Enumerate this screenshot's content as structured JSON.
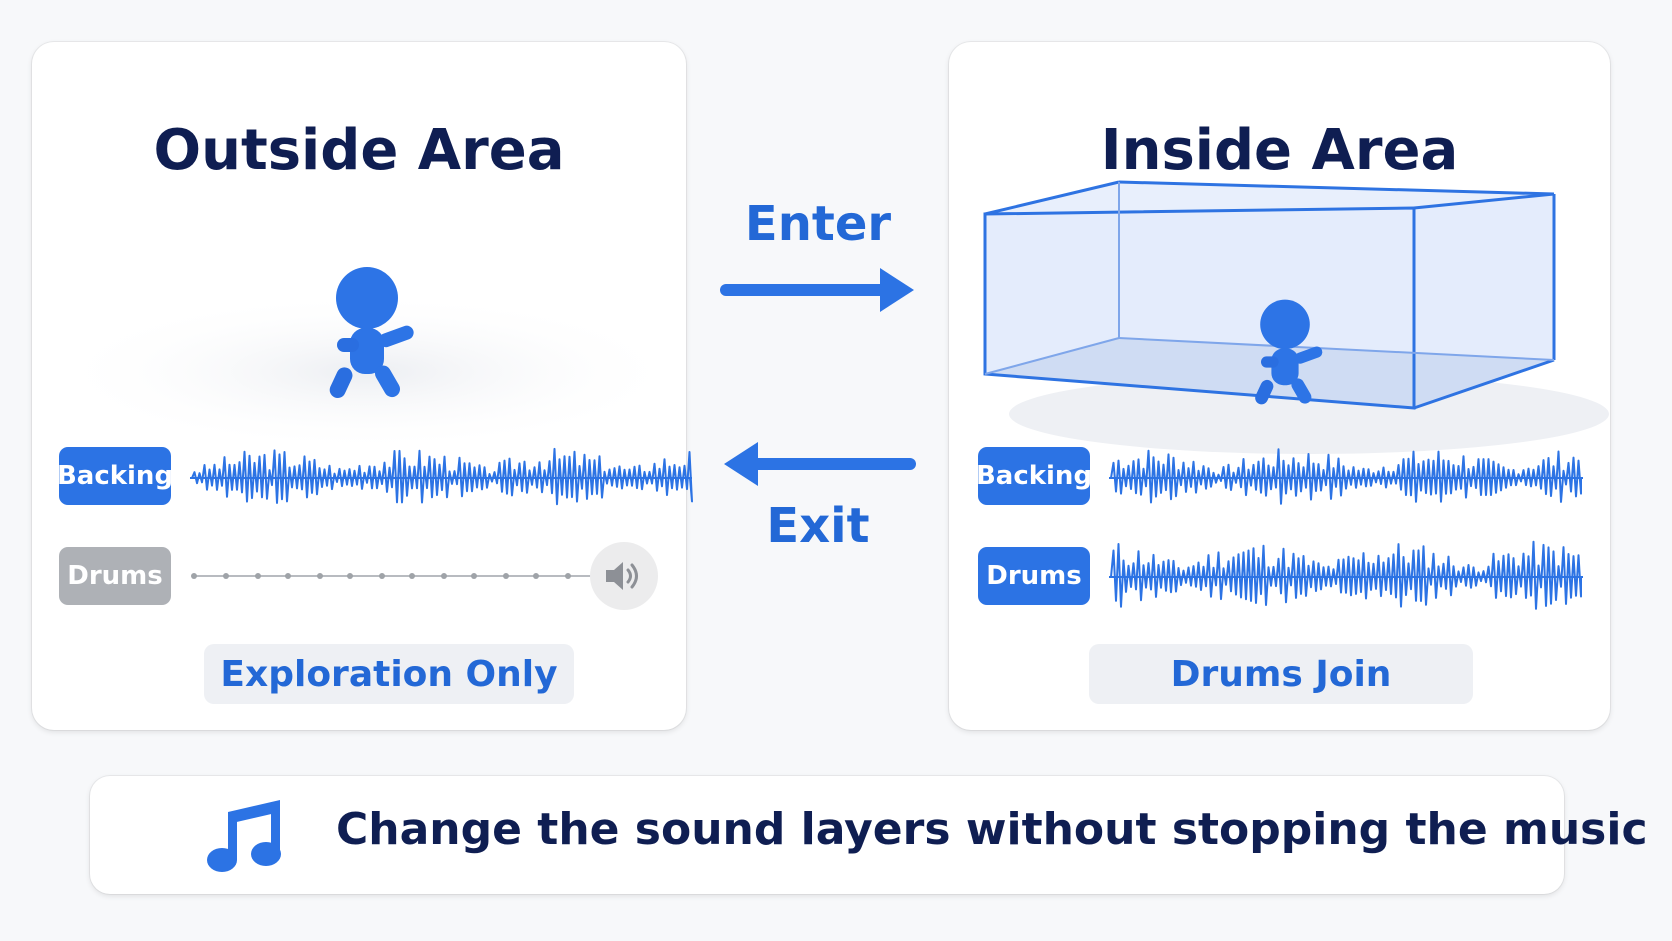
{
  "outside": {
    "title": "Outside Area",
    "tracks": [
      {
        "label": "Backing",
        "active": true
      },
      {
        "label": "Drums",
        "active": false
      }
    ],
    "status": "Exploration Only",
    "mute_icon": "speaker-icon"
  },
  "inside": {
    "title": "Inside Area",
    "tracks": [
      {
        "label": "Backing",
        "active": true
      },
      {
        "label": "Drums",
        "active": true
      }
    ],
    "status": "Drums Join"
  },
  "transitions": {
    "enter": "Enter",
    "exit": "Exit"
  },
  "caption": {
    "icon": "music-note-icon",
    "text": "Change the sound layers without stopping the music"
  },
  "colors": {
    "accent": "#2c73e4",
    "title": "#0f1e52",
    "inactive": "#aeb1b6"
  }
}
